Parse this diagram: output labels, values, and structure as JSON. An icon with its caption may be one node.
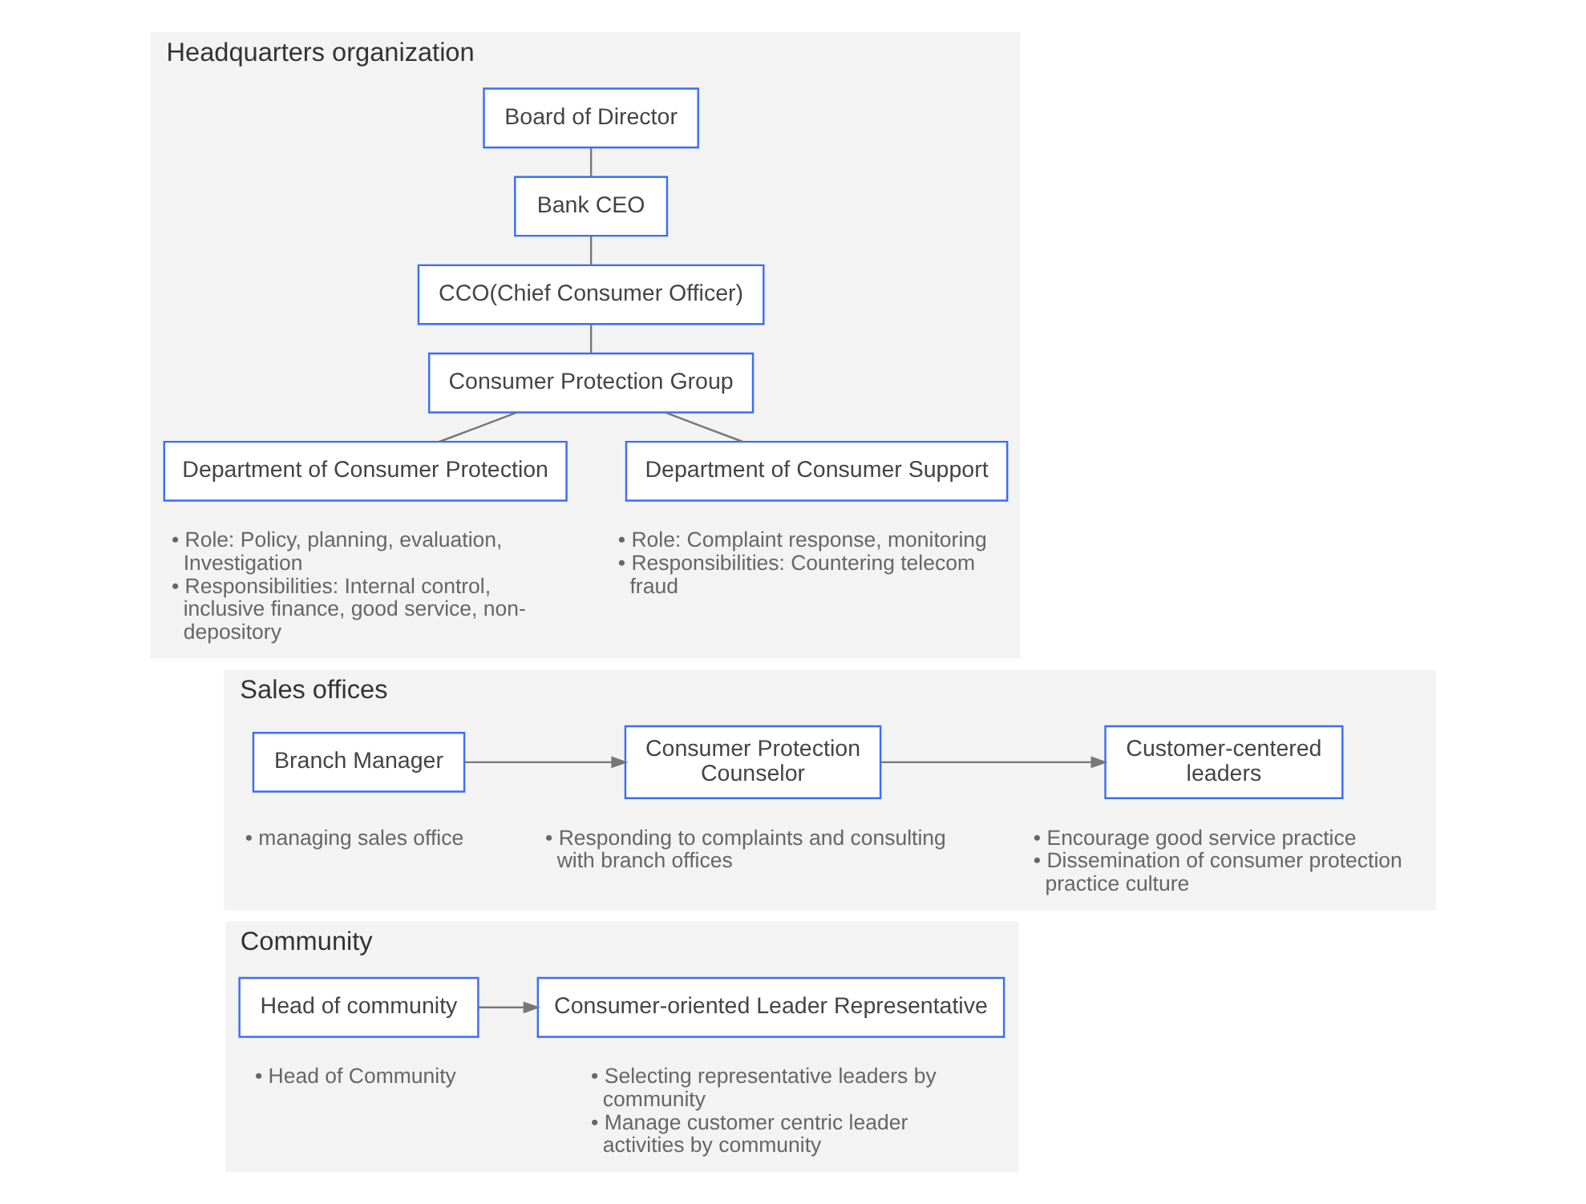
{
  "diagram": {
    "nodes": [
      {
        "text": [
          "Headquarters organization"
        ]
      },
      {
        "text": [
          "Board of Director"
        ],
        "in": 0
      },
      {
        "text": [
          "Bank CEO"
        ],
        "in": 0
      },
      {
        "text": [
          "CCO(Chief Consumer Officer)"
        ],
        "in": 0
      },
      {
        "text": [
          "Consumer Protection Group"
        ],
        "in": 0
      },
      {
        "text": [
          "Department of Consumer Protection"
        ],
        "in": 0,
        "beside": [
          "• Role: Policy, planning, evaluation, Investigation",
          "• Responsibilities: Internal control, inclusive finance, good service, non-depository"
        ]
      },
      {
        "text": [
          "Department of Consumer Support"
        ],
        "in": 0,
        "beside": [
          "• Role: Complaint response, monitoring",
          "• Responsibilities: Countering telecom fraud"
        ]
      },
      {
        "text": [
          "Sales offices"
        ]
      },
      {
        "text": [
          "Branch Manager"
        ],
        "in": 7,
        "beside": [
          "• managing sales office"
        ]
      },
      {
        "text": [
          "Consumer Protection Counselor"
        ],
        "in": 7,
        "beside": [
          "• Responding to complaints and consulting with branch offices"
        ]
      },
      {
        "text": [
          "Customer-centered leaders"
        ],
        "in": 7,
        "beside": [
          "• Encourage good service practice",
          "• Dissemination of consumer protection practice culture"
        ]
      },
      {
        "text": [
          "Community"
        ]
      },
      {
        "text": [
          "Head of community"
        ],
        "in": 11,
        "beside": [
          "• Head of Community"
        ]
      },
      {
        "text": [
          "Consumer-oriented Leader Representative"
        ],
        "in": 11,
        "beside": [
          "• Selecting representative leaders by community",
          "• Manage customer centric leader activities by community"
        ]
      }
    ],
    "edges": [
      {
        "from": 1,
        "to": 2,
        "arrow": "none"
      },
      {
        "from": 2,
        "to": 3,
        "arrow": "none"
      },
      {
        "from": 3,
        "to": 4,
        "arrow": "none"
      },
      {
        "from": 4,
        "to": 5,
        "arrow": "none"
      },
      {
        "from": 4,
        "to": 6,
        "arrow": "none"
      },
      {
        "from": 8,
        "to": 9,
        "arrow": "to"
      },
      {
        "from": 9,
        "to": 10,
        "arrow": "to"
      },
      {
        "from": 12,
        "to": 13,
        "arrow": "to"
      }
    ]
  }
}
